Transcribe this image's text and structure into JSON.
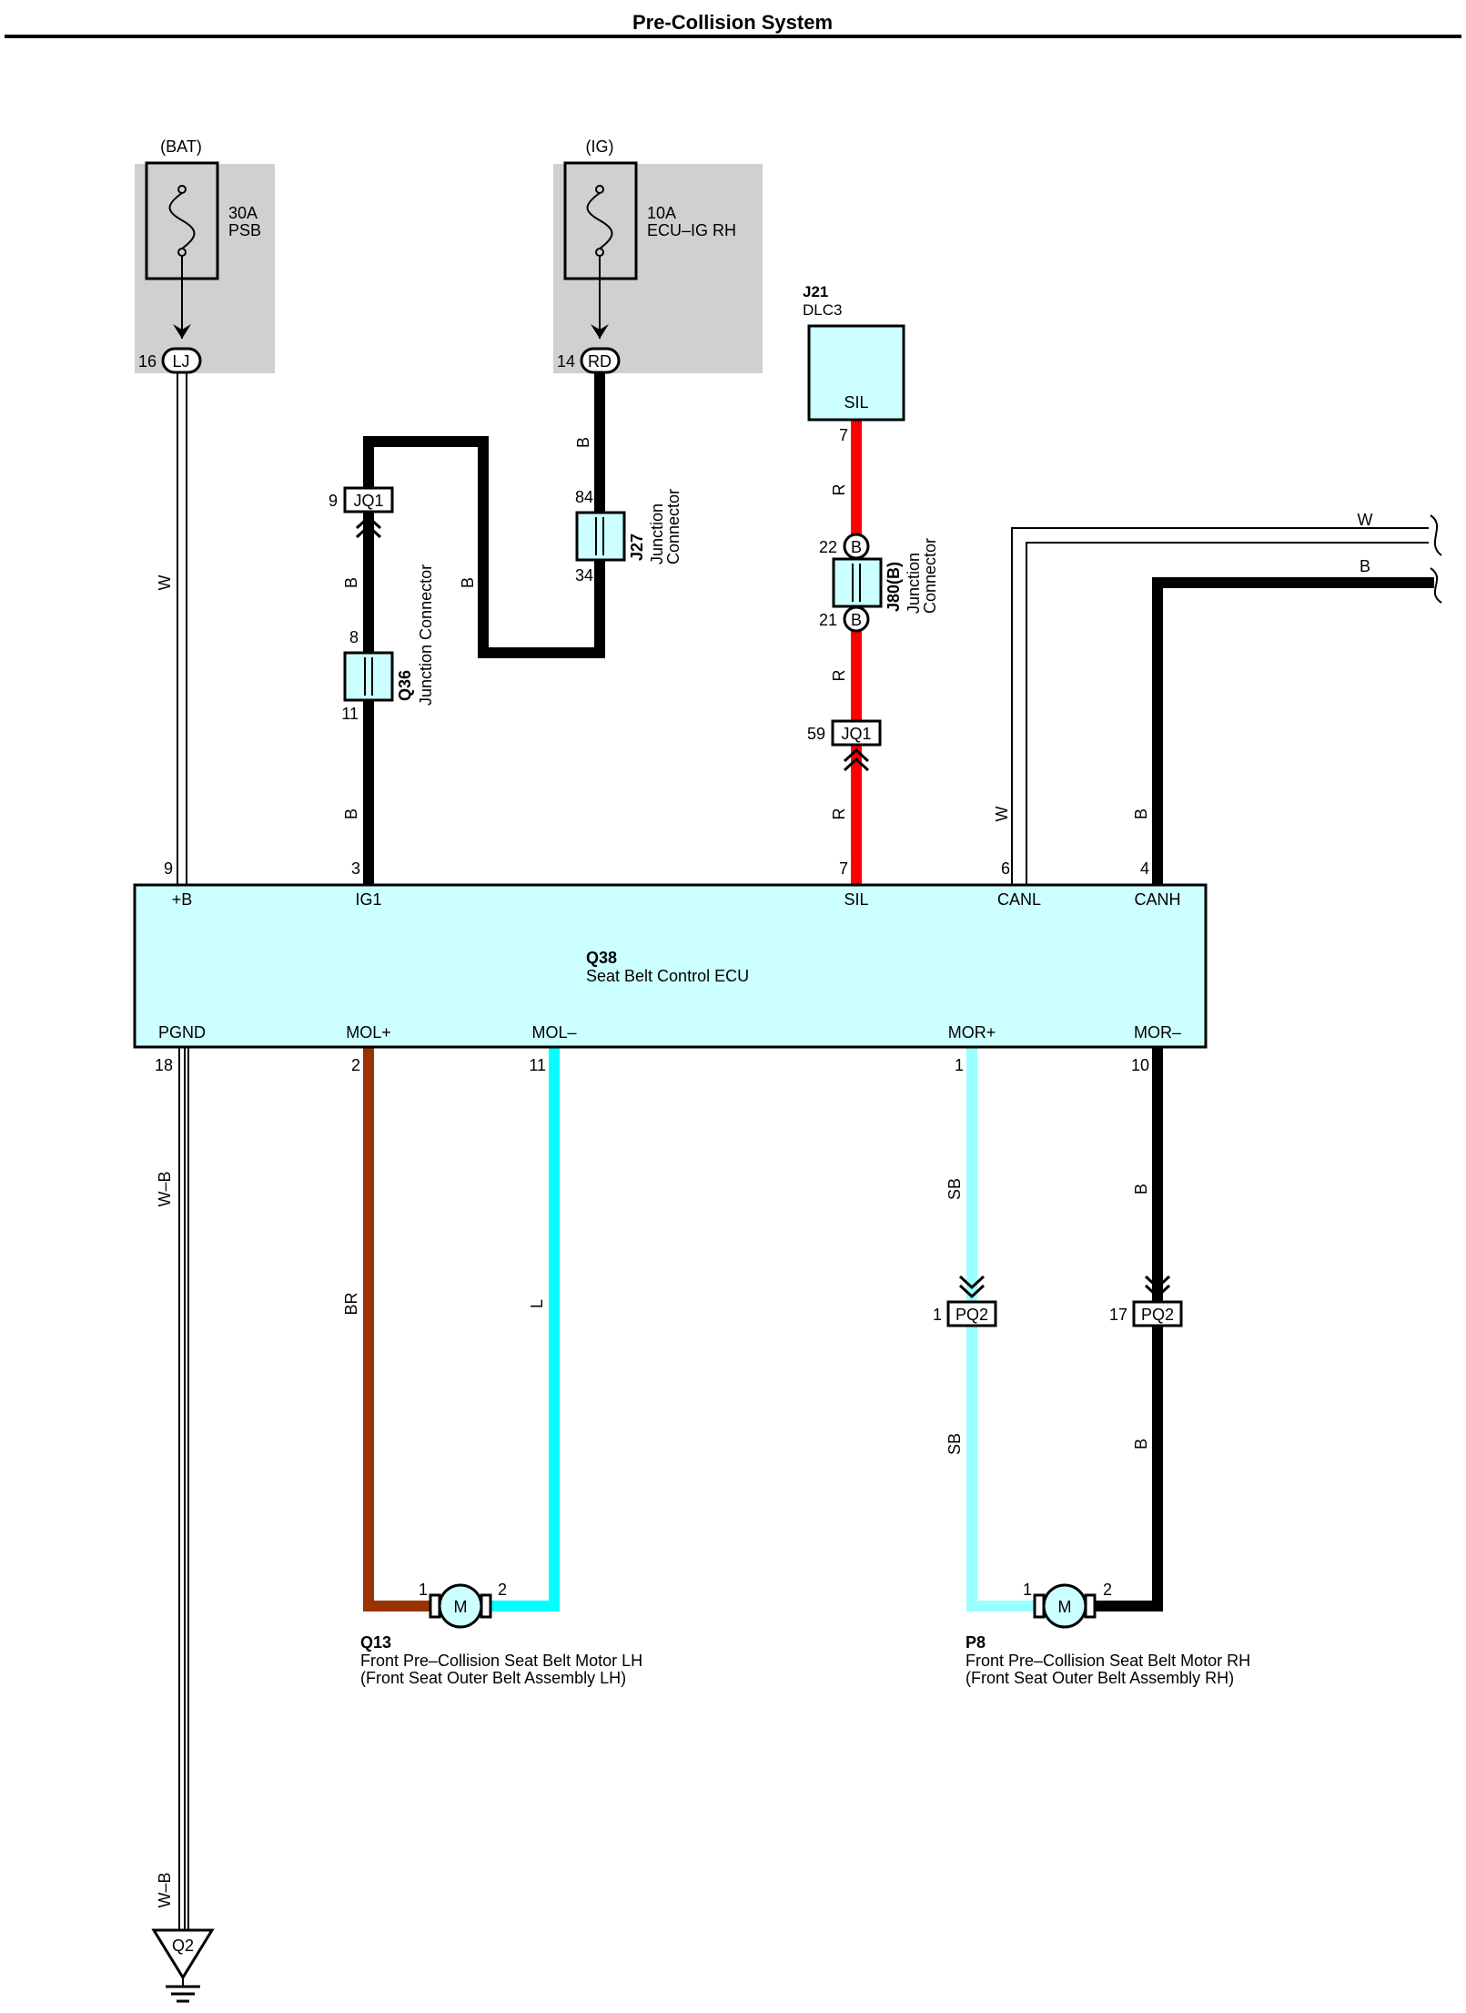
{
  "title": "Pre-Collision System",
  "colors": {
    "red": "#ff0000",
    "black": "#000000",
    "brown": "#993300",
    "cyan": "#00ffff",
    "sky_blue": "#99ffff",
    "ecu_fill": "#ccffff",
    "fuse_panel": "#d0d0d0"
  },
  "fuses": {
    "bat": {
      "label": "(BAT)",
      "amp": "30A",
      "name": "PSB",
      "pin": "16",
      "connector": "LJ"
    },
    "ig": {
      "label": "(IG)",
      "amp": "10A",
      "name": "ECU–IG RH",
      "pin": "14",
      "connector": "RD"
    }
  },
  "dlc": {
    "id": "J21",
    "name": "DLC3",
    "pin_label": "SIL",
    "pin": "7"
  },
  "junctions": {
    "jq1_top": {
      "label": "JQ1",
      "pin": "9"
    },
    "q36": {
      "id": "Q36",
      "desc": "Junction Connector",
      "pin_top": "8",
      "pin_bottom": "11"
    },
    "j27": {
      "id": "J27",
      "desc_line1": "Junction",
      "desc_line2": "Connector",
      "pin_top": "84",
      "pin_bottom": "34"
    },
    "j80": {
      "id": "J80(B)",
      "desc_line1": "Junction",
      "desc_line2": "Connector",
      "pin_top": "22",
      "pin_bottom": "21",
      "mark": "B"
    },
    "jq1_sil": {
      "label": "JQ1",
      "pin": "59"
    },
    "pq2_left": {
      "label": "PQ2",
      "pin": "1"
    },
    "pq2_right": {
      "label": "PQ2",
      "pin": "17"
    }
  },
  "wire_colors": {
    "w": "W",
    "b": "B",
    "r": "R",
    "wb": "W–B",
    "br": "BR",
    "l": "L",
    "sb": "SB"
  },
  "ecu": {
    "id": "Q38",
    "name": "Seat Belt Control ECU",
    "top_pins": [
      {
        "name": "+B",
        "num": "9"
      },
      {
        "name": "IG1",
        "num": "3"
      },
      {
        "name": "SIL",
        "num": "7"
      },
      {
        "name": "CANL",
        "num": "6"
      },
      {
        "name": "CANH",
        "num": "4"
      }
    ],
    "bottom_pins": [
      {
        "name": "PGND",
        "num": "18"
      },
      {
        "name": "MOL+",
        "num": "2"
      },
      {
        "name": "MOL–",
        "num": "11"
      },
      {
        "name": "MOR+",
        "num": "1"
      },
      {
        "name": "MOR–",
        "num": "10"
      }
    ]
  },
  "motors": {
    "lh": {
      "id": "Q13",
      "line1": "Front Pre–Collision Seat Belt Motor LH",
      "line2": "(Front Seat Outer Belt Assembly LH)",
      "symbol": "M",
      "pin1": "1",
      "pin2": "2"
    },
    "rh": {
      "id": "P8",
      "line1": "Front Pre–Collision Seat Belt Motor RH",
      "line2": "(Front Seat Outer Belt Assembly RH)",
      "symbol": "M",
      "pin1": "1",
      "pin2": "2"
    }
  },
  "ground": {
    "label": "Q2"
  }
}
